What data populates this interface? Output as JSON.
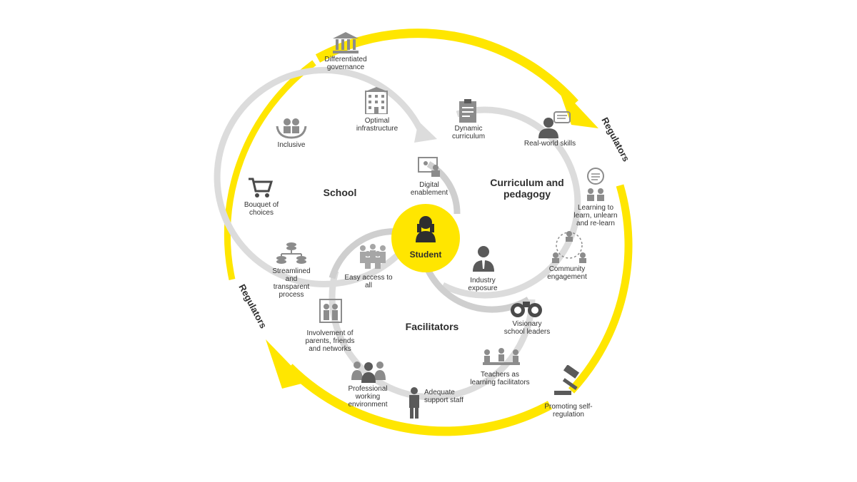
{
  "center": {
    "label": "Student",
    "icon": "student-icon"
  },
  "sections": {
    "school": "School",
    "curriculum": "Curriculum and\npedagogy",
    "facilitators": "Facilitators"
  },
  "regulators": [
    "Regulators",
    "Regulators"
  ],
  "items": {
    "governance": {
      "label": "Differentiated\ngovernance",
      "icon": "government-building-icon"
    },
    "infrastructure": {
      "label": "Optimal\ninfrastructure",
      "icon": "office-building-icon"
    },
    "inclusive": {
      "label": "Inclusive",
      "icon": "hands-family-icon"
    },
    "choices": {
      "label": "Bouquet of\nchoices",
      "icon": "shopping-cart-icon"
    },
    "digital": {
      "label": "Digital\nenablement",
      "icon": "computer-screen-icon"
    },
    "streamlined": {
      "label": "Streamlined\nand\ntransparent\nprocess",
      "icon": "coin-stacks-icon"
    },
    "access": {
      "label": "Easy access to\nall",
      "icon": "group-people-icon"
    },
    "dynamic": {
      "label": "Dynamic\ncurriculum",
      "icon": "clipboard-icon"
    },
    "realworld": {
      "label": "Real-world skills",
      "icon": "person-speech-icon"
    },
    "learning": {
      "label": "Learning to\nlearn, unlearn\nand re-learn",
      "icon": "speech-bubble-person-icon"
    },
    "community": {
      "label": "Community\nengagement",
      "icon": "community-network-icon"
    },
    "industry": {
      "label": "Industry\nexposure",
      "icon": "businessman-icon"
    },
    "visionary": {
      "label": "Visionary\nschool leaders",
      "icon": "binoculars-icon"
    },
    "teachers": {
      "label": "Teachers as\nlearning facilitators",
      "icon": "meeting-table-icon"
    },
    "involvement": {
      "label": "Involvement of\nparents, friends\nand networks",
      "icon": "family-frame-icon"
    },
    "professional": {
      "label": "Professional\nworking\nenvironment",
      "icon": "team-people-icon"
    },
    "support": {
      "label": "Adequate\nsupport staff",
      "icon": "staff-person-icon"
    },
    "selfreg": {
      "label": "Promoting self-\nregulation",
      "icon": "gavel-icon"
    }
  },
  "colors": {
    "accent": "#ffe600",
    "arrow_gray": "#d4d4d4",
    "icon_gray": "#8c8c8c",
    "text": "#333333"
  }
}
